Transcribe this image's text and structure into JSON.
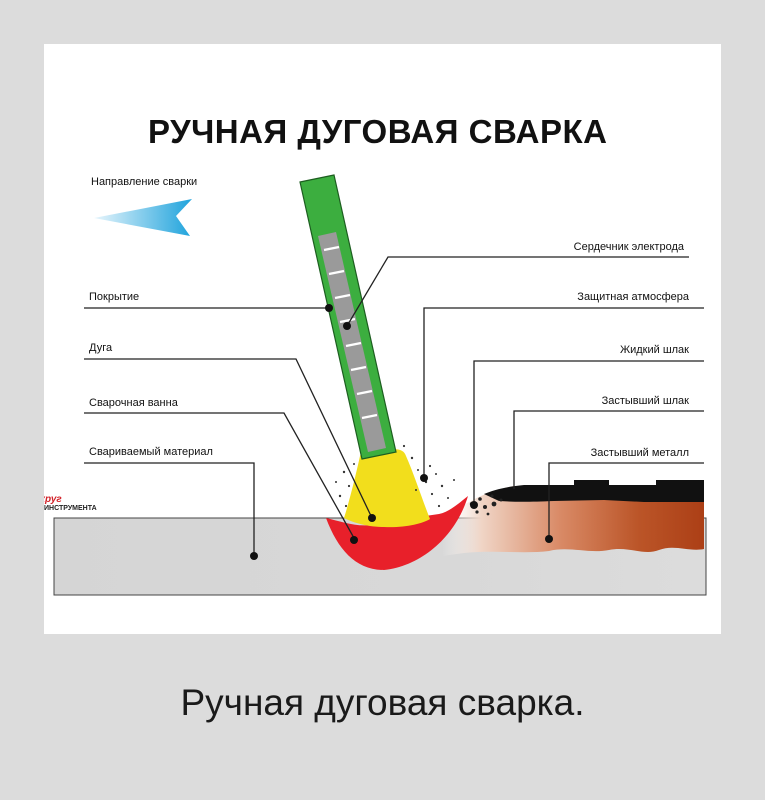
{
  "diagram": {
    "title": "РУЧНАЯ ДУГОВАЯ СВАРКА",
    "direction_label": "Направление сварки",
    "labels_left": {
      "coating": "Покрытие",
      "arc": "Дуга",
      "weld_pool": "Сварочная ванна",
      "base_material": "Свариваемый материал"
    },
    "labels_right": {
      "electrode_core": "Сердечник электрода",
      "protective_atmosphere": "Защитная атмосфера",
      "liquid_slag": "Жидкий шлак",
      "solid_slag": "Застывший шлак",
      "solid_metal": "Застывший металл"
    },
    "watermark": {
      "line1": "вокруг",
      "line2": "ИНСТРУМЕНТА"
    }
  },
  "caption": "Ручная дуговая сварка.",
  "colors": {
    "background": "#dcdcdc",
    "card": "#ffffff",
    "coating": "#3cae3f",
    "core": "#9a9a9a",
    "arc": "#f2de1c",
    "weld_pool": "#e8202a",
    "base_metal": "#d3d3d3",
    "solid_metal": "#b2461c",
    "slag": "#111111",
    "arrow": "#29a9e1"
  }
}
